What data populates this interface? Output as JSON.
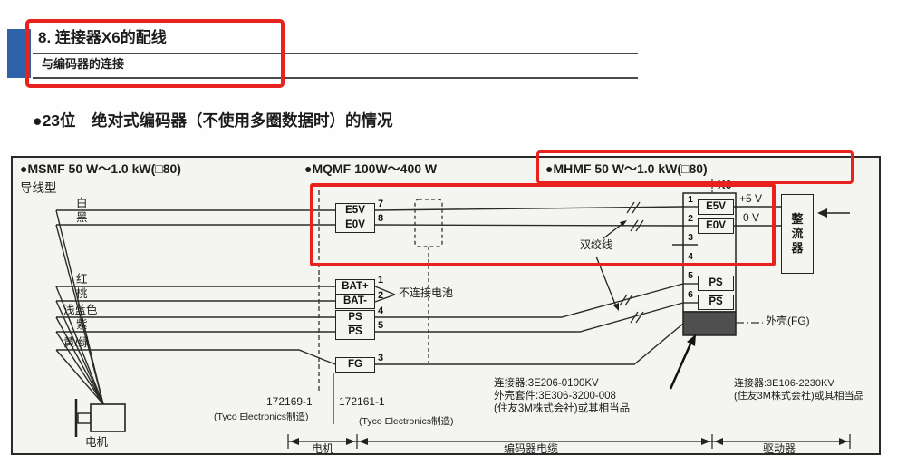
{
  "colors": {
    "highlight_red": "#e8231d",
    "chapter_bar_blue": "#2e63aa"
  },
  "header": {
    "chapter": "8. 连接器X6的配线",
    "subtitle": "与编码器的连接"
  },
  "section_title": "●23位　绝对式编码器（不使用多圈数据时）的情况",
  "diagram": {
    "models": [
      "●MSMF 50 W～1.0 kW(□80)",
      "●MQMF 100W～400 W",
      "●MHMF 50 W～1.0 kW(□80)"
    ],
    "lead_type": "导线型",
    "wires": [
      "白",
      "黑",
      "红",
      "桃",
      "浅蓝色",
      "紫",
      "黄/绿"
    ],
    "left_connector": {
      "e5v": "E5V",
      "e0v": "E0V",
      "batp": "BAT+",
      "batm": "BAT-",
      "ps": "PS",
      "psbar": "PS",
      "fg": "FG",
      "pin_e5v": "7",
      "pin_e0v": "8",
      "pin_batp": "1",
      "pin_batm": "2",
      "pin_ps": "4",
      "pin_psbar": "5",
      "pin_fg": "3"
    },
    "battery_note": "不连接电池",
    "twisted_pair_label": "双绞线",
    "x6": {
      "title": "X6",
      "pins": [
        "1",
        "2",
        "3",
        "4",
        "5",
        "6"
      ],
      "e5v": "E5V",
      "e0v": "E0V",
      "ps": "PS",
      "psbar": "PS",
      "plus5v": "+5 V",
      "zerov": "0 V"
    },
    "regulator": "整流器",
    "shell_fg": "外壳(FG)",
    "parts": {
      "left": "172169-1",
      "right": "172161-1",
      "maker_left": "(Tyco Electronics制造)",
      "maker_right": "(Tyco Electronics制造)"
    },
    "connector_info_encoder": [
      "连接器:3E206-0100KV",
      "外壳套件:3E306-3200-008",
      "(住友3M株式会社)或其相当品"
    ],
    "connector_info_driver": [
      "连接器:3E106-2230KV",
      "(住友3M株式会社)或其相当品"
    ],
    "motor_label": "电机",
    "spans": {
      "motor": "电机",
      "cable": "编码器电缆",
      "driver": "驱动器"
    }
  }
}
